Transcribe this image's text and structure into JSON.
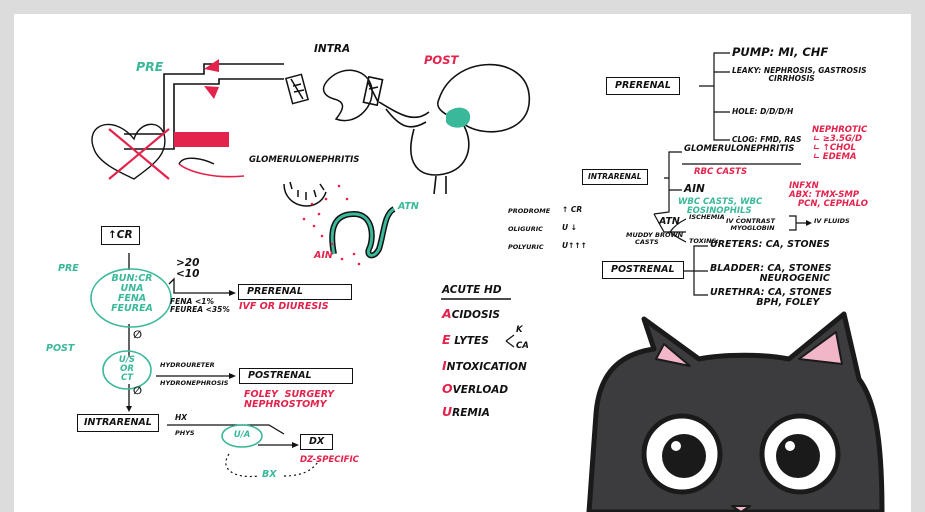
{
  "colors": {
    "ink": "#111111",
    "red": "#e3234b",
    "green": "#3ab89a",
    "frame": "#dcdcdc",
    "cat": "#3c3c3e"
  },
  "anatomy": {
    "pre": "Pre",
    "intra": "Intra",
    "post": "Post",
    "glomerulo": "Glomerulonephritis",
    "atn": "ATN",
    "ain": "AIN"
  },
  "flow": {
    "cr": "↑CR",
    "pre": "Pre",
    "post": "Post",
    "bun_lines": "BUN:CR\nUNA\nFENA\nFEUREA",
    "ratio": ">20\n<10",
    "fena_note": "FeNa <1%\nFEUrea <35%",
    "prerenal": "Prerenal",
    "ivf_or": "IVF OR DIURESIS",
    "null1": "∅",
    "us": "U/S\nOR\nCT",
    "hydroureter": "hydroureter",
    "hydronephrosis": "hydronephrosis",
    "postrenal": "Postrenal",
    "foley": "Foley  Surgery\nNephrostomy",
    "null2": "∅",
    "intrarenal": "Intrarenal",
    "hx": "HX",
    "phys": "PHYS",
    "ua": "U/A",
    "dx": "DX",
    "bx": "BX",
    "dz": "Dz-specific"
  },
  "mnemonic": {
    "title": "Acute HD",
    "items": [
      {
        "letter": "A",
        "rest": "cidosis"
      },
      {
        "letter": "E",
        "rest": " lytes"
      },
      {
        "letter": "I",
        "rest": "ntoxication"
      },
      {
        "letter": "O",
        "rest": "verload"
      },
      {
        "letter": "U",
        "rest": "remia"
      }
    ],
    "k": "K",
    "ca": "Ca"
  },
  "tree": {
    "prerenal": "Prerenal",
    "pump": "Pump: MI, CHF",
    "leaky": "Leaky: nephrosis, gastrosis\n              cirrhosis",
    "hole": "Hole: D/D/D/H",
    "clog": "Clog: FMD, RAS",
    "intrarenal": "Intrarenal",
    "glomerulo": "Glomerulonephritis",
    "rbc": "RBC casts",
    "nephrotic": "Nephrotic\nㄴ ≥3.5g/d\nㄴ ↑chol\nㄴ edema",
    "ain": "AIN",
    "wbc": "WBC casts, WBC\n   eosinophils",
    "infxn": "Infxn\nAbx: TMX-SMP\n   PCN, cephalo",
    "atn": "ATN",
    "ischemia": "Ischemia",
    "toxins": "Toxins:",
    "contrast": "IV contrast\n  myoglobin",
    "ivfluids": "IV Fluids",
    "muddy": "Muddy brown\n    casts",
    "prodrome": "Prodrome",
    "oliguric": "Oliguric",
    "polyuric": "Polyuric",
    "prodrome_v": "↑ CR",
    "oliguric_v": "U ↓",
    "polyuric_v": "U↑↑↑",
    "postrenal": "Postrenal",
    "ureters": "Ureters: CA, stones",
    "bladder": "Bladder: CA, stones\n               Neurogenic",
    "urethra": "Urethra: CA, stones\n              BPH, Foley"
  }
}
